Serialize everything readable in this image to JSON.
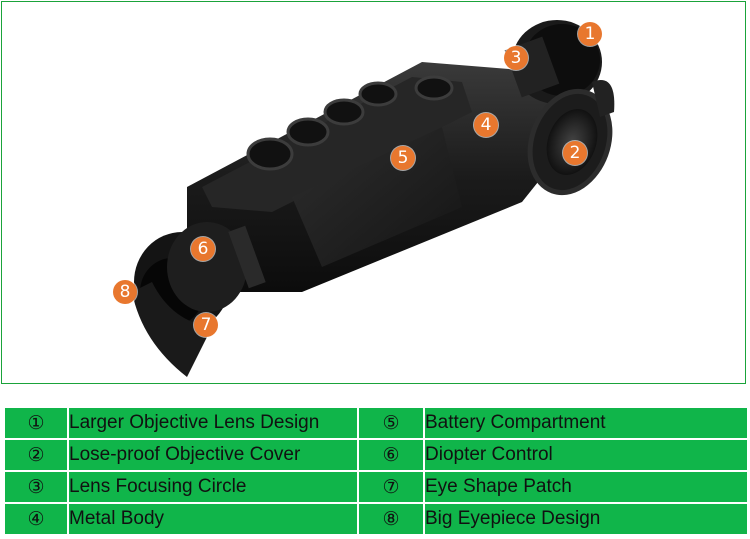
{
  "markers": [
    "1",
    "2",
    "3",
    "4",
    "5",
    "6",
    "7",
    "8"
  ],
  "legend": [
    {
      "num": "①",
      "label": "Larger Objective Lens Design",
      "num2": "⑤",
      "label2": "Battery Compartment"
    },
    {
      "num": "②",
      "label": "Lose-proof Objective Cover",
      "num2": "⑥",
      "label2": "Diopter Control"
    },
    {
      "num": "③",
      "label": "Lens Focusing Circle",
      "num2": "⑦",
      "label2": "Eye Shape Patch"
    },
    {
      "num": "④",
      "label": "Metal Body",
      "num2": "⑧",
      "label2": "Big Eyepiece Design"
    }
  ],
  "colors": {
    "marker": "#e8772e",
    "legend_bg": "#10b54a",
    "frame": "#1aa33a"
  }
}
